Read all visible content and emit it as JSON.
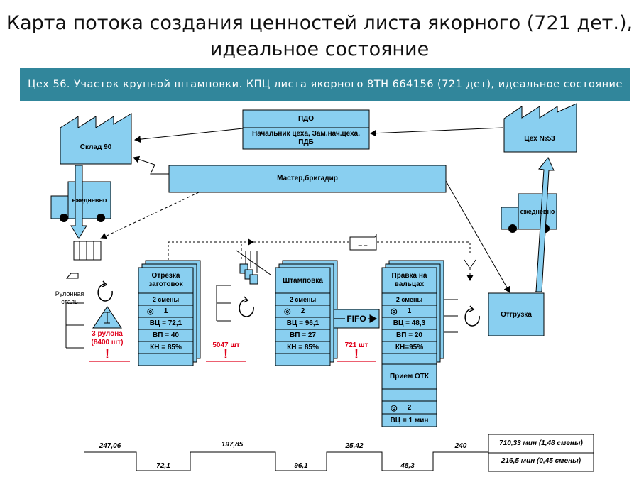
{
  "title": {
    "line1": "Карта потока создания ценностей листа якорного (721 дет.),",
    "line2": "идеальное состояние"
  },
  "banner": "Цех 56. Участок крупной штамповки. КПЦ листа якорного 8ТН 664156 (721 дет), идеальное состояние",
  "pdo": {
    "title": "ПДО",
    "subtitle": "Начальник цеха, Зам.нач.цеха, ПДБ"
  },
  "master": "Мастер,бригадир",
  "warehouse": "Склад 90",
  "shop53": "Цех №53",
  "truck_left": "ежедневно",
  "truck_right": "ежедневно",
  "raw_material": "Рулонная сталь",
  "signal_box": "_ _",
  "processes": [
    {
      "name": "Отрезка заготовок",
      "shifts": "2 смены",
      "operators": "1",
      "ct": "ВЦ = 72,1",
      "co": "ВП = 40",
      "uptime": "КН = 85%"
    },
    {
      "name": "Штамповка",
      "shifts": "2 смены",
      "operators": "2",
      "ct": "ВЦ = 96,1",
      "co": "ВП = 27",
      "uptime": "КН = 85%"
    },
    {
      "name": "Правка на вальцах",
      "shifts": "2 смены",
      "operators": "1",
      "ct": "ВЦ = 48,3",
      "co": "ВП = 20",
      "uptime": "КН=95%"
    }
  ],
  "otk": {
    "name": "Прием ОТК",
    "operators": "2",
    "ct": "ВЦ = 1 мин"
  },
  "fifo": "FIFO",
  "shipping": "Отгрузка",
  "inventory": [
    {
      "label": "3 рулона (8400 шт)"
    },
    {
      "label": "5047 шт"
    },
    {
      "label": "721 шт"
    }
  ],
  "timeline": {
    "waits": [
      "247,06",
      "197,85",
      "25,42",
      "240"
    ],
    "process": [
      "72,1",
      "96,1",
      "48,3"
    ],
    "total_lead": "710,33 мин (1,48 смены)",
    "total_process": "216,5 мин (0,45 смены)"
  },
  "colors": {
    "fill": "#89cff0",
    "banner": "#31869b",
    "alert": "#e0001a"
  }
}
